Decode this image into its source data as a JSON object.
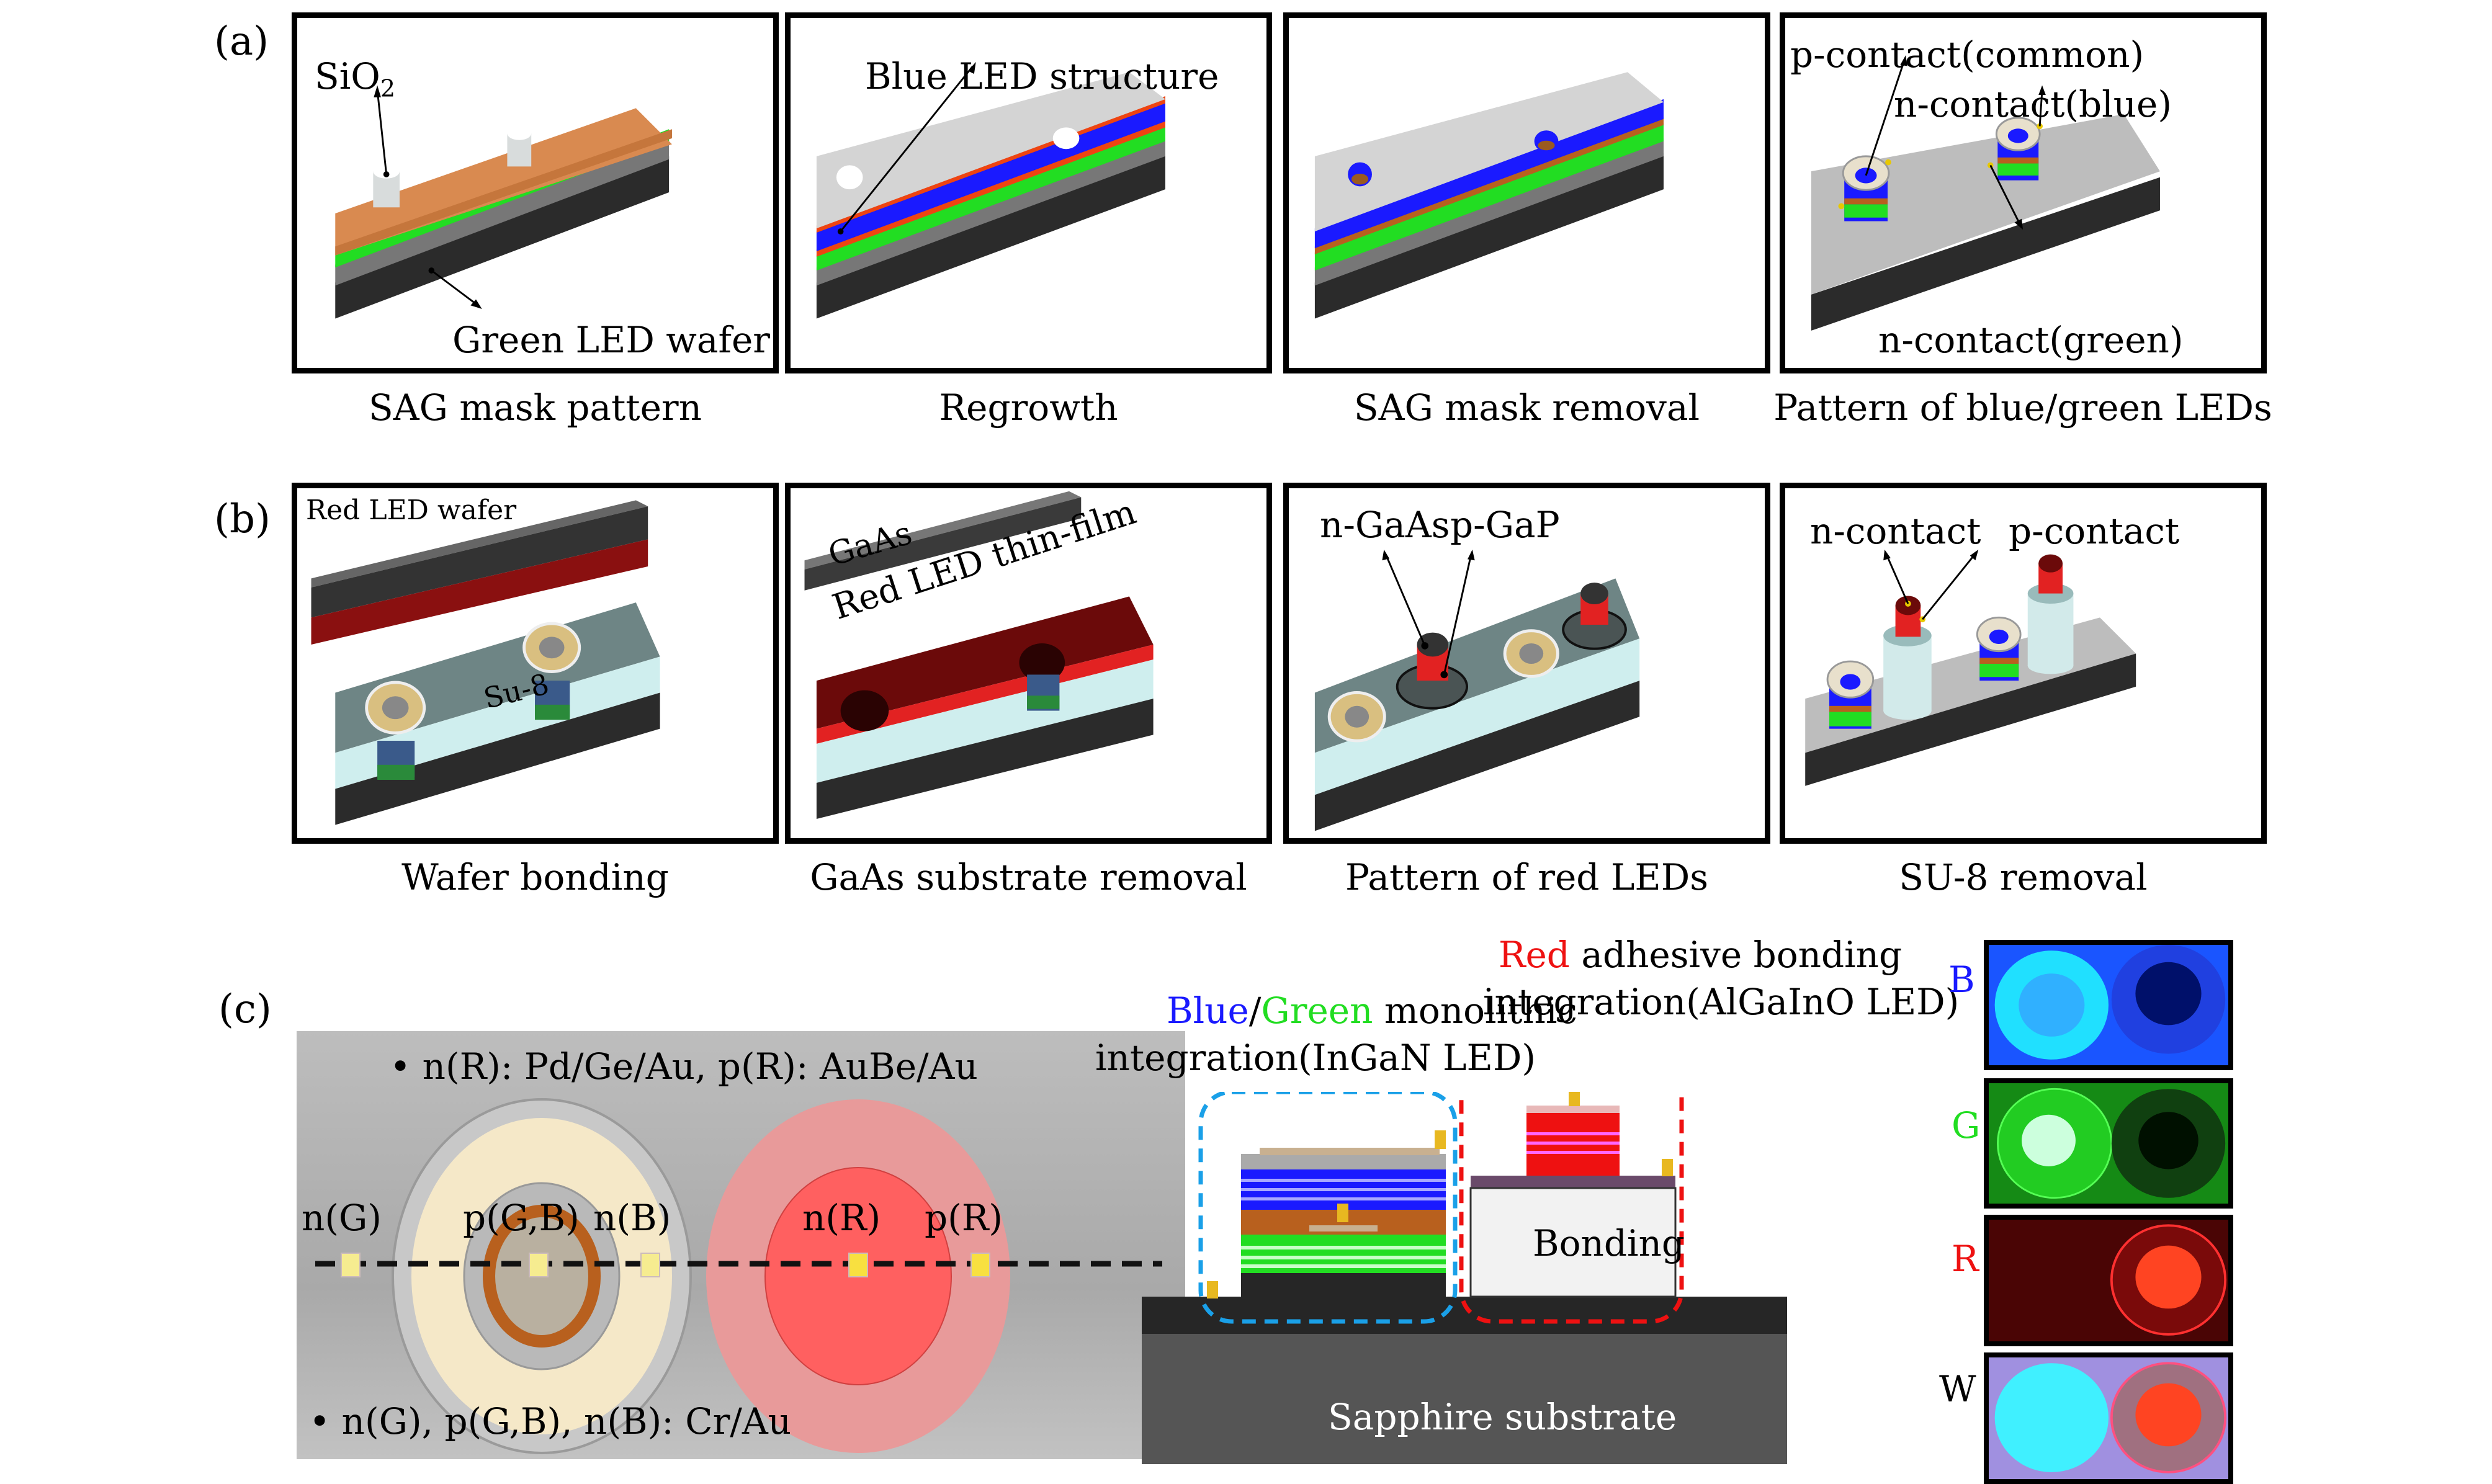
{
  "figure": {
    "section_labels": {
      "a": "(a)",
      "b": "(b)",
      "c": "(c)"
    },
    "row_a": {
      "panels": [
        {
          "caption": "SAG mask pattern",
          "annotations": [
            "SiO",
            "2",
            "Green LED wafer"
          ]
        },
        {
          "caption": "Regrowth",
          "annotations": [
            "Blue LED structure"
          ]
        },
        {
          "caption": "SAG mask removal",
          "annotations": []
        },
        {
          "caption": "Pattern of blue/green LEDs",
          "annotations": [
            "p-contact(common)",
            "n-contact(blue)",
            "n-contact(green)"
          ]
        }
      ]
    },
    "row_b": {
      "panels": [
        {
          "caption": "Wafer bonding",
          "annotations": [
            "Red LED wafer",
            "Su-8"
          ]
        },
        {
          "caption": "GaAs substrate removal",
          "annotations": [
            "GaAs",
            "Red LED thin-film"
          ]
        },
        {
          "caption": "Pattern of red LEDs",
          "annotations": [
            "n-GaAs",
            "p-GaP"
          ]
        },
        {
          "caption": "SU-8 removal",
          "annotations": [
            "n-contact",
            "p-contact"
          ]
        }
      ]
    },
    "row_c": {
      "top_view": {
        "note_top": "• n(R): Pd/Ge/Au, p(R): AuBe/Au",
        "note_bottom": "• n(G), p(G,B), n(B): Cr/Au",
        "contacts": [
          "n(G)",
          "p(G,B)",
          "n(B)",
          "n(R)",
          "p(R)"
        ]
      },
      "cross_section": {
        "bg_label": {
          "blue": "Blue",
          "slash": "/",
          "green": "Green",
          "rest": " monolithic",
          "line2": "integration(InGaN LED)"
        },
        "red_label": {
          "red": "Red",
          "rest": " adhesive bonding",
          "line2": "integration(AlGaInO LED)"
        },
        "bonding": "Bonding",
        "substrate": "Sapphire substrate"
      },
      "photos": [
        {
          "label": "B",
          "color": "#1a1aff"
        },
        {
          "label": "G",
          "color": "#22dd22"
        },
        {
          "label": "R",
          "color": "#ee1111"
        },
        {
          "label": "W",
          "color": "#000000"
        }
      ]
    },
    "colors": {
      "blue_text": "#1a1aff",
      "green_text": "#22dd22",
      "red_text": "#ee1111",
      "dash_blue": "#1aa0e8",
      "dash_red": "#ee1111"
    }
  }
}
